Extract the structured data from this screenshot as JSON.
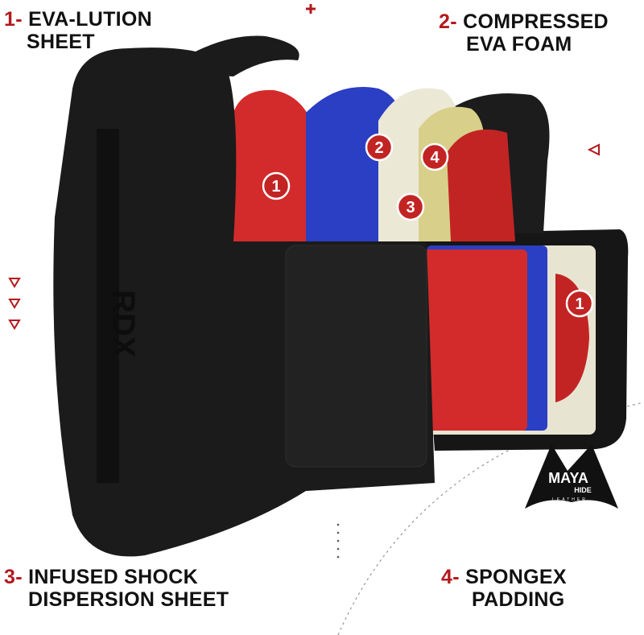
{
  "labels": [
    {
      "num": "1-",
      "line1": "EVA-LUTION",
      "line2": "SHEET"
    },
    {
      "num": "2-",
      "line1": "COMPRESSED",
      "line2": "EVA FOAM"
    },
    {
      "num": "3-",
      "line1": "INFUSED SHOCK",
      "line2": "DISPERSION SHEET"
    },
    {
      "num": "4-",
      "line1": "SPONGEX",
      "line2": "PADDING"
    }
  ],
  "badges": [
    "1",
    "2",
    "3",
    "4",
    "1"
  ],
  "brand_mark": "RDX",
  "logo": {
    "main": "MAYA",
    "sub": "HIDE",
    "tag": "LEATHER"
  },
  "colors": {
    "accent": "#b3191c",
    "body": "#1a1a1a",
    "red_layer": "#d32b2b",
    "blue_layer": "#2a3fc4",
    "cream_layer": "#ece8d6",
    "yellow_layer": "#d8cf8a"
  }
}
